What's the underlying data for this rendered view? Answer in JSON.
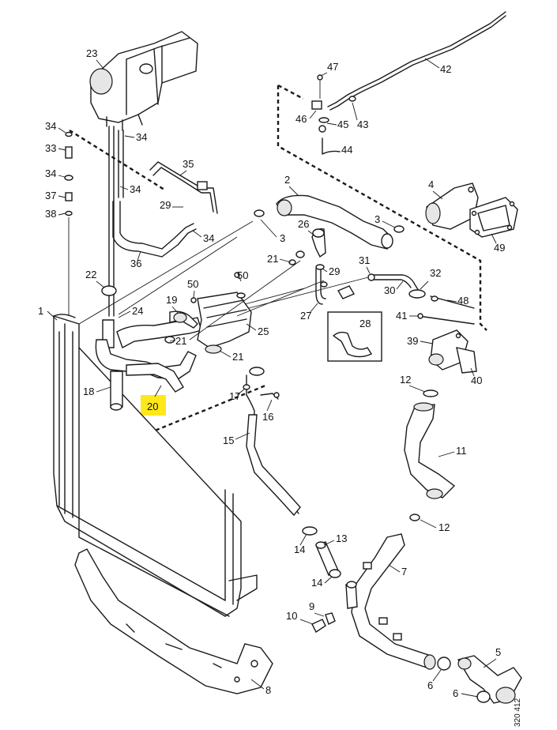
{
  "highlight_color": "#ffe81a",
  "labels": {
    "p1": "1",
    "p2": "2",
    "p3a": "3",
    "p3b": "3",
    "p4": "4",
    "p5": "5",
    "p6a": "6",
    "p6b": "6",
    "p7": "7",
    "p8": "8",
    "p9": "9",
    "p10": "10",
    "p11": "11",
    "p12a": "12",
    "p12b": "12",
    "p13": "13",
    "p14a": "14",
    "p14b": "14",
    "p15": "15",
    "p16": "16",
    "p17": "17",
    "p18": "18",
    "p19": "19",
    "p20": "20",
    "p21a": "21",
    "p21b": "21",
    "p21c": "21",
    "p22": "22",
    "p23": "23",
    "p24": "24",
    "p25": "25",
    "p26": "26",
    "p27": "27",
    "p28": "28",
    "p29a": "29",
    "p29b": "29",
    "p30": "30",
    "p31": "31",
    "p32": "32",
    "p33": "33",
    "p34a": "34",
    "p34b": "34",
    "p34c": "34",
    "p34d": "34",
    "p34e": "34",
    "p35": "35",
    "p36": "36",
    "p37": "37",
    "p38": "38",
    "p39": "39",
    "p40": "40",
    "p41": "41",
    "p42": "42",
    "p43": "43",
    "p44": "44",
    "p45": "45",
    "p46": "46",
    "p47": "47",
    "p48": "48",
    "p49": "49",
    "p50a": "50",
    "p50b": "50"
  },
  "reference_code": "320 412"
}
